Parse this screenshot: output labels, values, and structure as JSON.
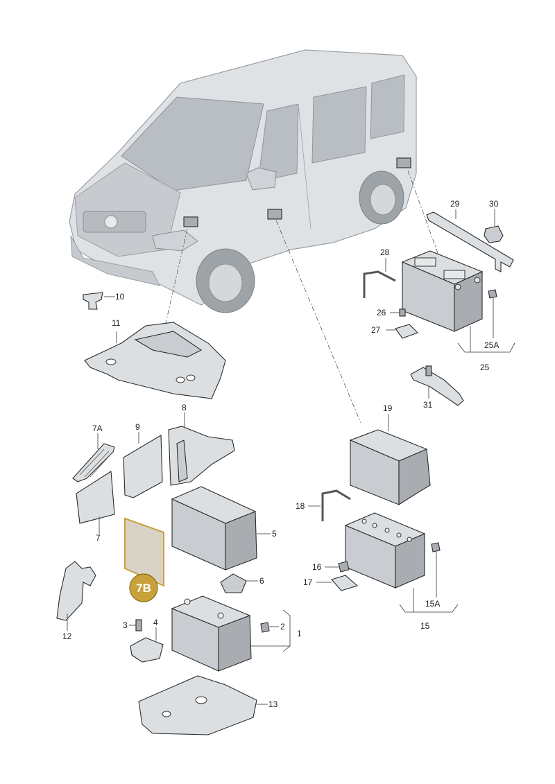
{
  "diagram": {
    "callouts": {
      "c1": "1",
      "c2": "2",
      "c3": "3",
      "c4": "4",
      "c5": "5",
      "c6": "6",
      "c7": "7",
      "c7A": "7A",
      "c7B": "7B",
      "c8": "8",
      "c9": "9",
      "c10": "10",
      "c11": "11",
      "c12": "12",
      "c13": "13",
      "c15": "15",
      "c15A": "15A",
      "c16": "16",
      "c17": "17",
      "c18": "18",
      "c19": "19",
      "c25": "25",
      "c25A": "25A",
      "c26": "26",
      "c27": "27",
      "c28": "28",
      "c29": "29",
      "c30": "30",
      "c31": "31"
    },
    "colors": {
      "part_fill": "#c9ccd0",
      "highlight": "#c9a13a",
      "badge_text": "#ffffff"
    }
  }
}
